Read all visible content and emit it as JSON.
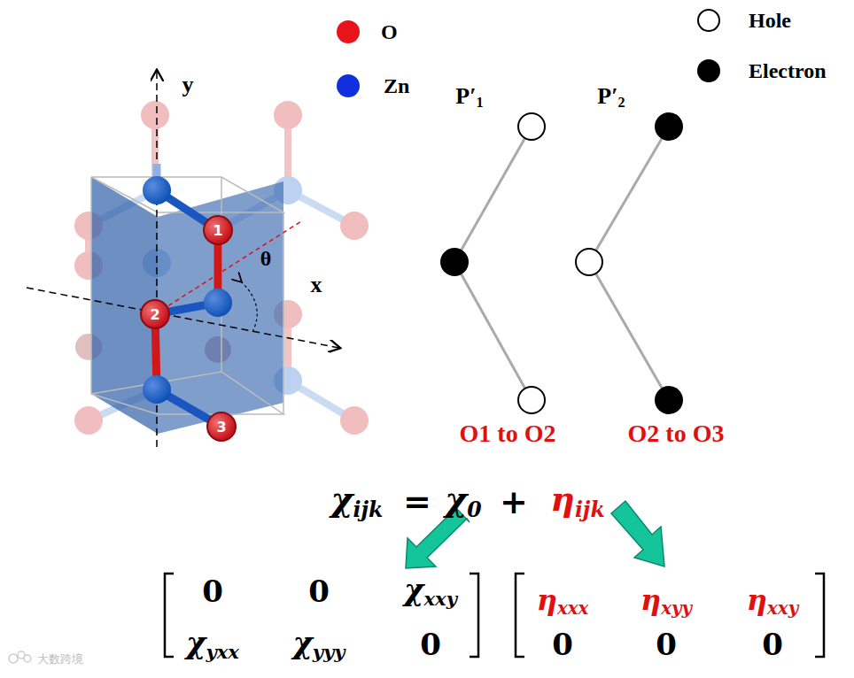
{
  "diagram": {
    "nodes": [
      {
        "text": [
          "1"
        ]
      },
      {
        "text": [
          "2"
        ]
      },
      {
        "text": [
          "3"
        ]
      }
    ],
    "labels": [
      "y",
      "x",
      "θ",
      "P′1",
      "P′2",
      "O1 to O2",
      "O2 to O3",
      "χijk",
      "=",
      "χ0",
      "+",
      "ηijk",
      "0",
      "0",
      "χxxy",
      "χyxx",
      "χyyy",
      "0",
      "ηxxx",
      "ηxyy",
      "ηxxy",
      "0",
      "0",
      "0",
      "大数跨境"
    ],
    "legend": [
      {
        "text": "O",
        "color": "#e8141c"
      },
      {
        "text": "Zn",
        "color": "#1030e0"
      },
      {
        "text": "Hole"
      },
      {
        "text": "Electron"
      }
    ]
  }
}
